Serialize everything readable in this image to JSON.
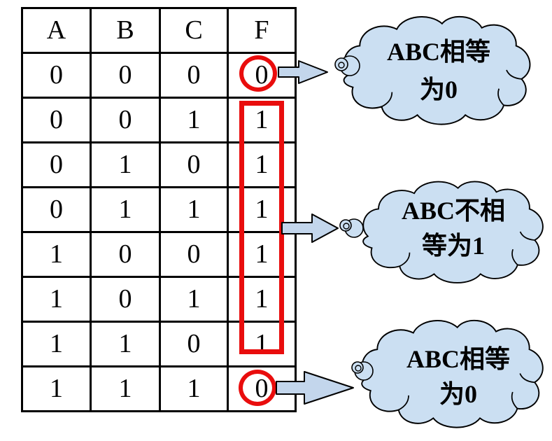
{
  "table": {
    "headers": [
      "A",
      "B",
      "C",
      "F"
    ],
    "rows": [
      [
        "0",
        "0",
        "0",
        "0"
      ],
      [
        "0",
        "0",
        "1",
        "1"
      ],
      [
        "0",
        "1",
        "0",
        "1"
      ],
      [
        "0",
        "1",
        "1",
        "1"
      ],
      [
        "1",
        "0",
        "0",
        "1"
      ],
      [
        "1",
        "0",
        "1",
        "1"
      ],
      [
        "1",
        "1",
        "0",
        "1"
      ],
      [
        "1",
        "1",
        "1",
        "0"
      ]
    ]
  },
  "callouts": {
    "top": {
      "line1": "ABC相等",
      "line2": "为0"
    },
    "middle": {
      "line1": "ABC不相",
      "line2": "等为1"
    },
    "bottom": {
      "line1": "ABC相等",
      "line2": "为0"
    }
  },
  "colors": {
    "highlight_red": "#e90d0d",
    "cloud_fill": "#cbdff2",
    "arrow_fill": "#c3d6ec",
    "outline": "#000000",
    "table_border": "#000000",
    "text": "#000000"
  }
}
